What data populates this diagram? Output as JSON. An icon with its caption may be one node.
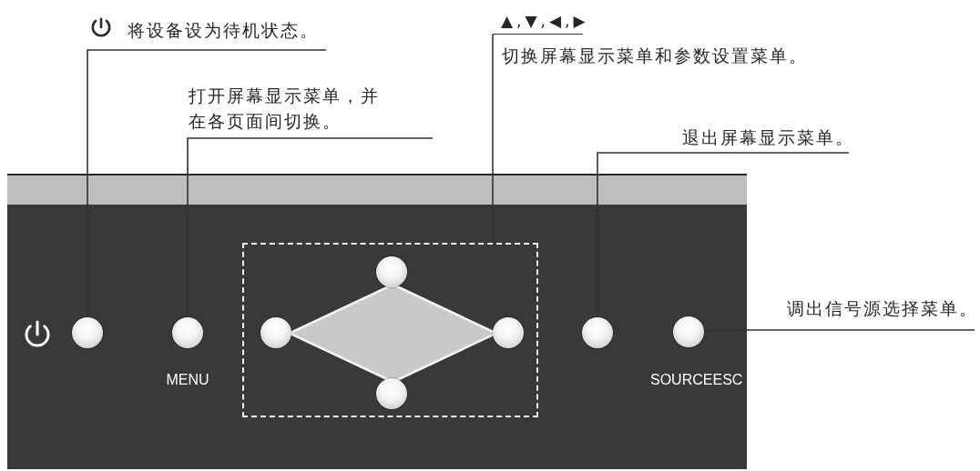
{
  "diagram": {
    "nodes": [
      {
        "text": [
          "将设备设为待机状态。"
        ]
      },
      {
        "text": [
          "打开屏幕显示菜单，并在各页面间切换。"
        ]
      },
      {
        "text": [
          "▲,▼,◀,▶",
          "切换屏幕显示菜单和参数设置菜单。"
        ]
      },
      {
        "text": [
          "退出屏幕显示菜单。"
        ]
      },
      {
        "text": [
          "调出信号源选择菜单。"
        ]
      },
      {
        "text": [],
        "shape": "box"
      },
      {
        "text": [],
        "shape": "circle",
        "in": 5
      },
      {
        "text": [],
        "shape": "circle",
        "in": 5,
        "beside": [
          "MENU"
        ]
      },
      {
        "text": [],
        "shape": "box",
        "in": 5
      },
      {
        "text": [],
        "shape": "diamond",
        "in": 8
      },
      {
        "text": [],
        "shape": "circle",
        "in": 8
      },
      {
        "text": [],
        "shape": "circle",
        "in": 8
      },
      {
        "text": [],
        "shape": "circle",
        "in": 8
      },
      {
        "text": [],
        "shape": "circle",
        "in": 8
      },
      {
        "text": [],
        "shape": "circle",
        "in": 5
      },
      {
        "text": [],
        "shape": "circle",
        "in": 5,
        "beside": [
          "SOURCEESC"
        ]
      }
    ],
    "edges": [
      {
        "from": 0,
        "to": 6,
        "arrow": "none"
      },
      {
        "from": 1,
        "to": 7,
        "arrow": "none"
      },
      {
        "from": 2,
        "to": 8,
        "arrow": "none"
      },
      {
        "from": 3,
        "to": 14,
        "arrow": "none"
      },
      {
        "from": 4,
        "to": 15,
        "arrow": "none"
      }
    ]
  }
}
